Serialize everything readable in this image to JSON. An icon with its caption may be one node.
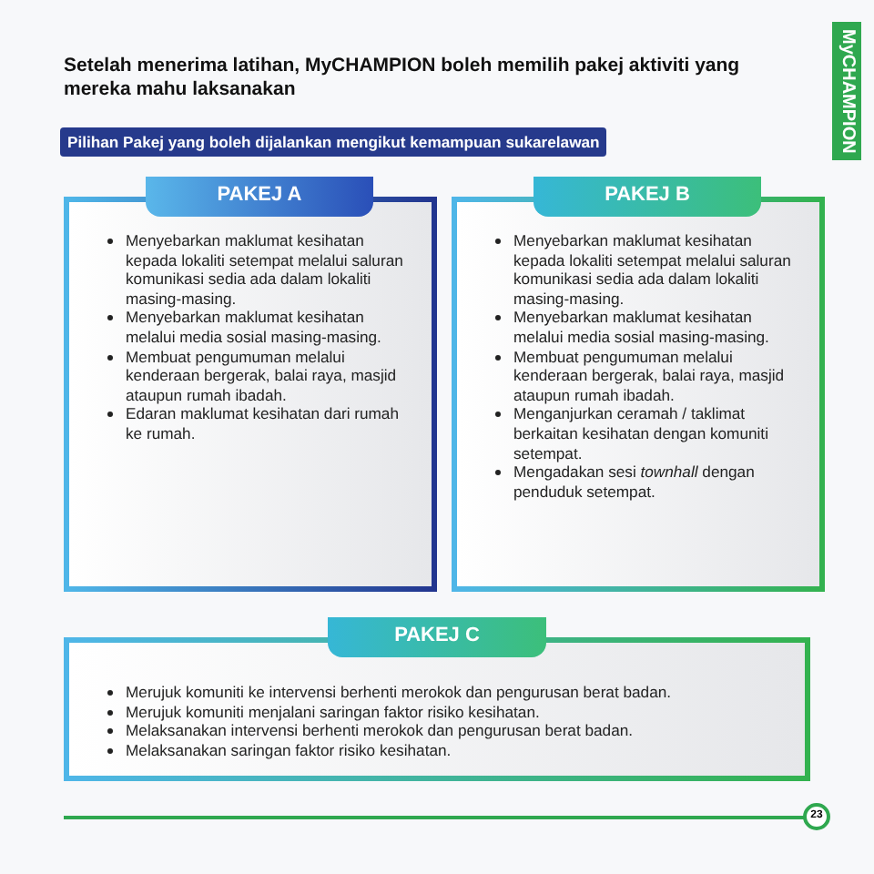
{
  "diagram": {
    "title": "Setelah menerima latihan, MyCHAMPION boleh memilih pakej aktiviti yang mereka mahu laksanakan",
    "nodes": [
      {
        "text": [
          "MyCHAMPION"
        ]
      },
      {
        "text": [
          "Pilihan Pakej yang boleh dijalankan mengikut kemampuan sukarelawan"
        ]
      },
      {
        "text": [
          "PAKEJ A",
          "Menyebarkan maklumat kesihatan kepada lokaliti setempat melalui saluran komunikasi sedia ada dalam lokaliti masing-masing.",
          "Menyebarkan maklumat kesihatan melalui media sosial masing-masing.",
          "Membuat pengumuman melalui kenderaan bergerak, balai raya, masjid ataupun rumah ibadah.",
          "Edaran maklumat kesihatan dari rumah ke rumah."
        ]
      },
      {
        "text": [
          "PAKEJ B",
          "Menyebarkan maklumat kesihatan kepada lokaliti setempat melalui saluran komunikasi sedia ada dalam lokaliti masing-masing.",
          "Menyebarkan maklumat kesihatan melalui media sosial masing-masing.",
          "Membuat pengumuman melalui kenderaan bergerak, balai raya, masjid ataupun rumah ibadah.",
          "Menganjurkan ceramah / taklimat berkaitan kesihatan dengan komuniti setempat.",
          "Mengadakan sesi *townhall* dengan penduduk setempat."
        ]
      },
      {
        "text": [
          "PAKEJ C",
          "Merujuk komuniti ke intervensi berhenti merokok dan pengurusan berat badan.",
          "Merujuk komuniti menjalani saringan faktor risiko kesihatan.",
          "Melaksanakan intervensi berhenti merokok dan pengurusan berat badan.",
          "Melaksanakan saringan faktor risiko kesihatan."
        ]
      },
      {
        "text": [
          "23"
        ]
      }
    ]
  }
}
